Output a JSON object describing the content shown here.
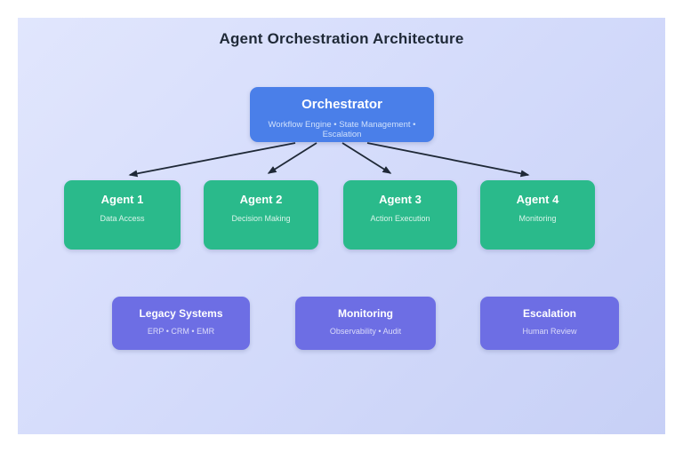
{
  "title": "Agent Orchestration Architecture",
  "orchestrator": {
    "title": "Orchestrator",
    "subtitle": "Workflow Engine • State Management • Escalation"
  },
  "agents": [
    {
      "title": "Agent 1",
      "subtitle": "Data Access"
    },
    {
      "title": "Agent 2",
      "subtitle": "Decision Making"
    },
    {
      "title": "Agent 3",
      "subtitle": "Action Execution"
    },
    {
      "title": "Agent 4",
      "subtitle": "Monitoring"
    }
  ],
  "systems": [
    {
      "title": "Legacy Systems",
      "subtitle": "ERP • CRM • EMR"
    },
    {
      "title": "Monitoring",
      "subtitle": "Observability • Audit"
    },
    {
      "title": "Escalation",
      "subtitle": "Human Review"
    }
  ],
  "colors": {
    "orchestrator_box": "#4a7fe9",
    "agent_box": "#2aba8b",
    "system_box": "#6d6ee4",
    "arrow": "#1f2937",
    "title_text": "#1f2937",
    "background_top_left": "#e1e6fd",
    "background_bottom_right": "#c7d0f6"
  }
}
